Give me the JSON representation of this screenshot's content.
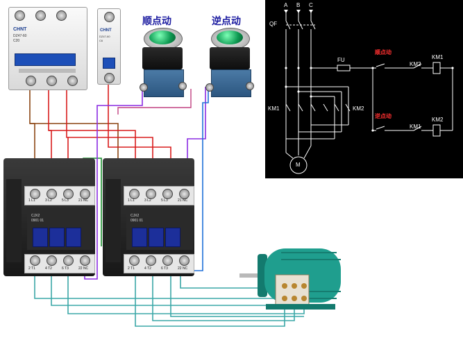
{
  "buttons": {
    "forward_label": "顺点动",
    "reverse_label": "逆点动"
  },
  "breaker_main": {
    "brand": "CHNT",
    "model": "DZ47-60",
    "rating": "C20"
  },
  "breaker_ctrl": {
    "brand": "CHNT",
    "model": "DZ47-60",
    "rating": "C6"
  },
  "contactor1": {
    "model_line1": "CJX2",
    "model_line2": "0901 01",
    "top_terminals": [
      "1 L1",
      "3 L2",
      "5 L3",
      "21 NC"
    ],
    "bottom_terminals": [
      "2 T1",
      "4 T2",
      "6 T3",
      "22 NC"
    ]
  },
  "contactor2": {
    "model_line1": "CJX2",
    "model_line2": "0901 01",
    "top_terminals": [
      "1 L1",
      "3 L2",
      "5 L3",
      "21 NC"
    ],
    "bottom_terminals": [
      "2 T1",
      "4 T2",
      "6 T3",
      "22 NC"
    ]
  },
  "schematic": {
    "phase_a": "A",
    "phase_b": "B",
    "phase_c": "C",
    "qf": "QF",
    "fu": "FU",
    "km1_left": "KM1",
    "km2_right": "KM2",
    "motor": "M",
    "fwd_label": "顺点动",
    "rev_label": "逆点动",
    "km2_interlock_top": "KM2",
    "km1_coil": "KM1",
    "km1_interlock_bottom": "KM1",
    "km2_coil": "KM2"
  },
  "colors": {
    "wire_brown": "#8b4513",
    "wire_red": "#d81b1b",
    "wire_green": "#1a8f2e",
    "wire_purple": "#8a2be2",
    "wire_teal": "#3aa7a7",
    "wire_blue": "#1e6fd9",
    "motor_teal": "#1f9e8e"
  }
}
